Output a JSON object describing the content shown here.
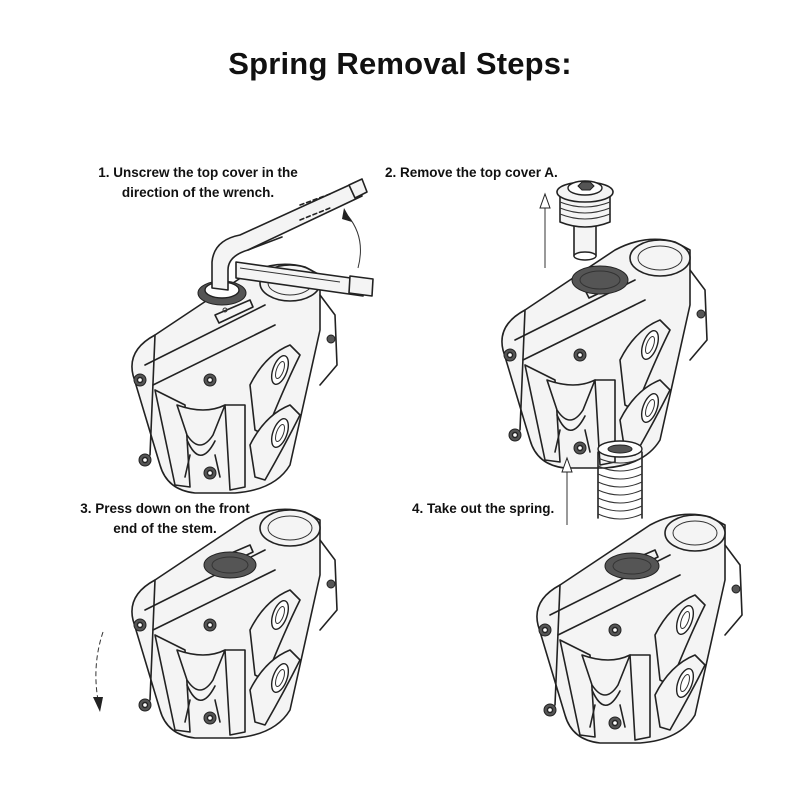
{
  "title": "Spring Removal Steps:",
  "steps": [
    {
      "line1": "1. Unscrew the top cover in the",
      "line2": "direction of the wrench."
    },
    {
      "line1": "2. Remove the top cover A.",
      "line2": ""
    },
    {
      "line1": "3. Press down on the front",
      "line2": "end of the stem."
    },
    {
      "line1": "4. Take out the spring.",
      "line2": ""
    }
  ]
}
